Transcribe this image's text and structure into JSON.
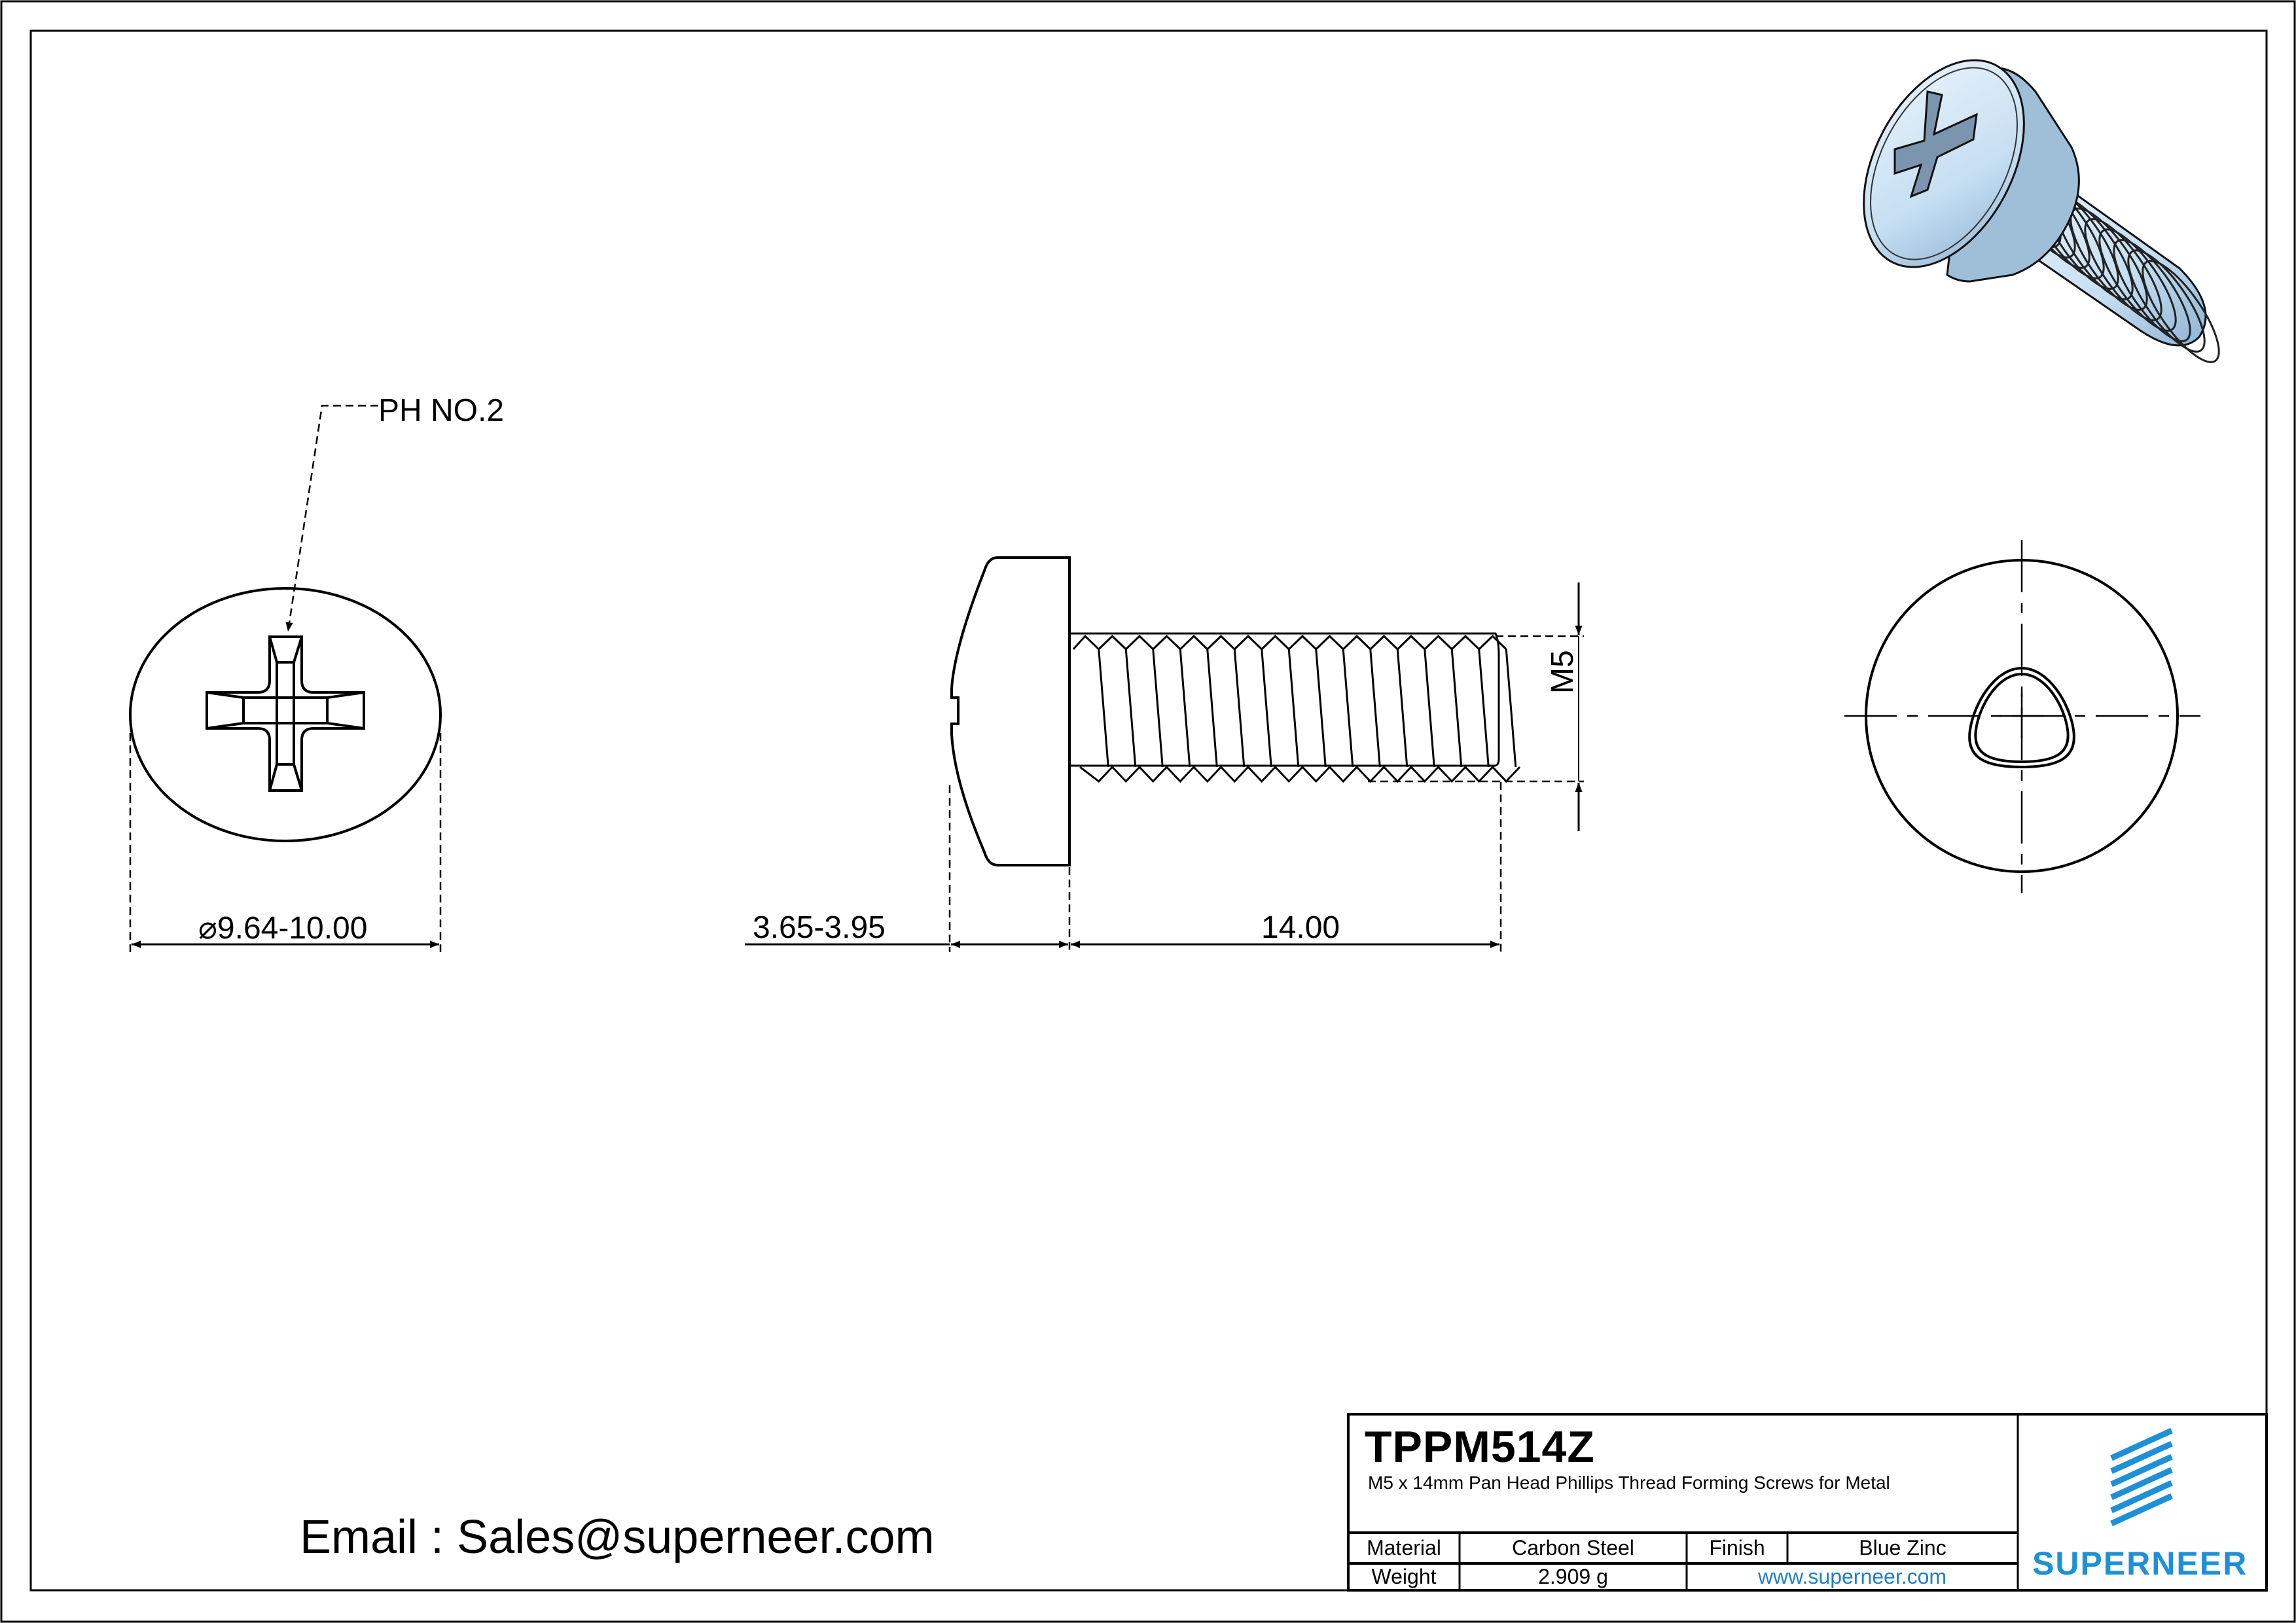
{
  "drawing": {
    "title": "Pan Head Phillips Thread Forming Screw technical drawing",
    "front_view": {
      "callout": "PH NO.2",
      "diameter_symbol": "⌀",
      "diameter_dim": "9.64-10.00"
    },
    "side_view": {
      "head_height_dim": "3.65-3.95",
      "length_dim": "14.00",
      "thread_dim": "M5"
    },
    "colors": {
      "line": "#000000",
      "thread_tip": "#3a78a8",
      "brand_blue": "#1e90d8",
      "screw_render": "#cfe4f5"
    }
  },
  "contact": {
    "email": "Email : Sales@superneer.com"
  },
  "title_block": {
    "part_number": "TPPM514Z",
    "description": "M5 x 14mm Pan Head Phillips Thread Forming Screws for Metal",
    "material_label": "Material",
    "material_value": "Carbon Steel",
    "finish_label": "Finish",
    "finish_value": "Blue Zinc",
    "weight_label": "Weight",
    "weight_value": "2.909 g",
    "website": "www.superneer.com",
    "brand": "SUPERNEER",
    "logo_icon": "striped-parallelogram-logo-icon"
  }
}
